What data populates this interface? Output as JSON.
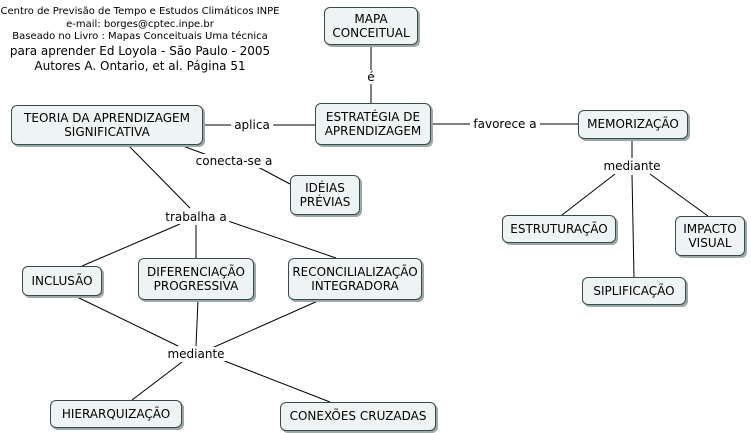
{
  "header": {
    "line1": "Centro de Previsão de Tempo e Estudos Climáticos INPE",
    "line2": "e-mail: borges@cptec.inpe.br",
    "line3": "Baseado no Livro : Mapas Conceituais Uma técnica",
    "line4": "para aprender  Ed Loyola - São Paulo - 2005",
    "line5": "Autores A. Ontario, et al. Página 51"
  },
  "concepts": {
    "mapa": "MAPA\nCONCEITUAL",
    "estrategia": "ESTRATÉGIA DE\nAPRENDIZAGEM",
    "teoria": "TEORIA DA APRENDIZAGEM\nSIGNIFICATIVA",
    "memorizacao": "MEMORIZAÇÃO",
    "ideias": "IDÉIAS\nPRÉVIAS",
    "estruturacao": "ESTRUTURAÇÃO",
    "impacto": "IMPACTO\nVISUAL",
    "siplificacao": "SIPLIFICAÇÃO",
    "inclusao": "INCLUSÃO",
    "diferenciacao": "DIFERENCIAÇÃO\nPROGRESSIVA",
    "reconcilializacao": "RECONCILIALIZAÇÃO\nINTEGRADORA",
    "hierarquizacao": "HIERARQUIZAÇÃO",
    "conexoes": "CONEXÕES CRUZADAS"
  },
  "links": {
    "e": "é",
    "aplica": "aplica",
    "favorece": "favorece a",
    "conecta": "conecta-se a",
    "mediante_memo": "mediante",
    "trabalha": "trabalha a",
    "mediante_bottom": "mediante"
  },
  "colors": {
    "node_fill": "#eef3f3",
    "node_border": "#3a4a4a",
    "line": "#000000"
  }
}
